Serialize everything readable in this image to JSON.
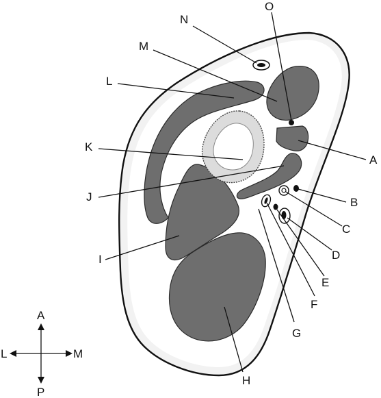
{
  "labels": {
    "A": "A",
    "B": "B",
    "C": "C",
    "D": "D",
    "E": "E",
    "F": "F",
    "G": "G",
    "H": "H",
    "I": "I",
    "J": "J",
    "K": "K",
    "L": "L",
    "M": "M",
    "N": "N",
    "O": "O"
  },
  "compass": {
    "anterior": "A",
    "posterior": "P",
    "lateral": "L",
    "medial": "M"
  },
  "colors": {
    "muscle": "#6e6e6e",
    "skin": "#f2f2f2",
    "outline": "#111111"
  }
}
